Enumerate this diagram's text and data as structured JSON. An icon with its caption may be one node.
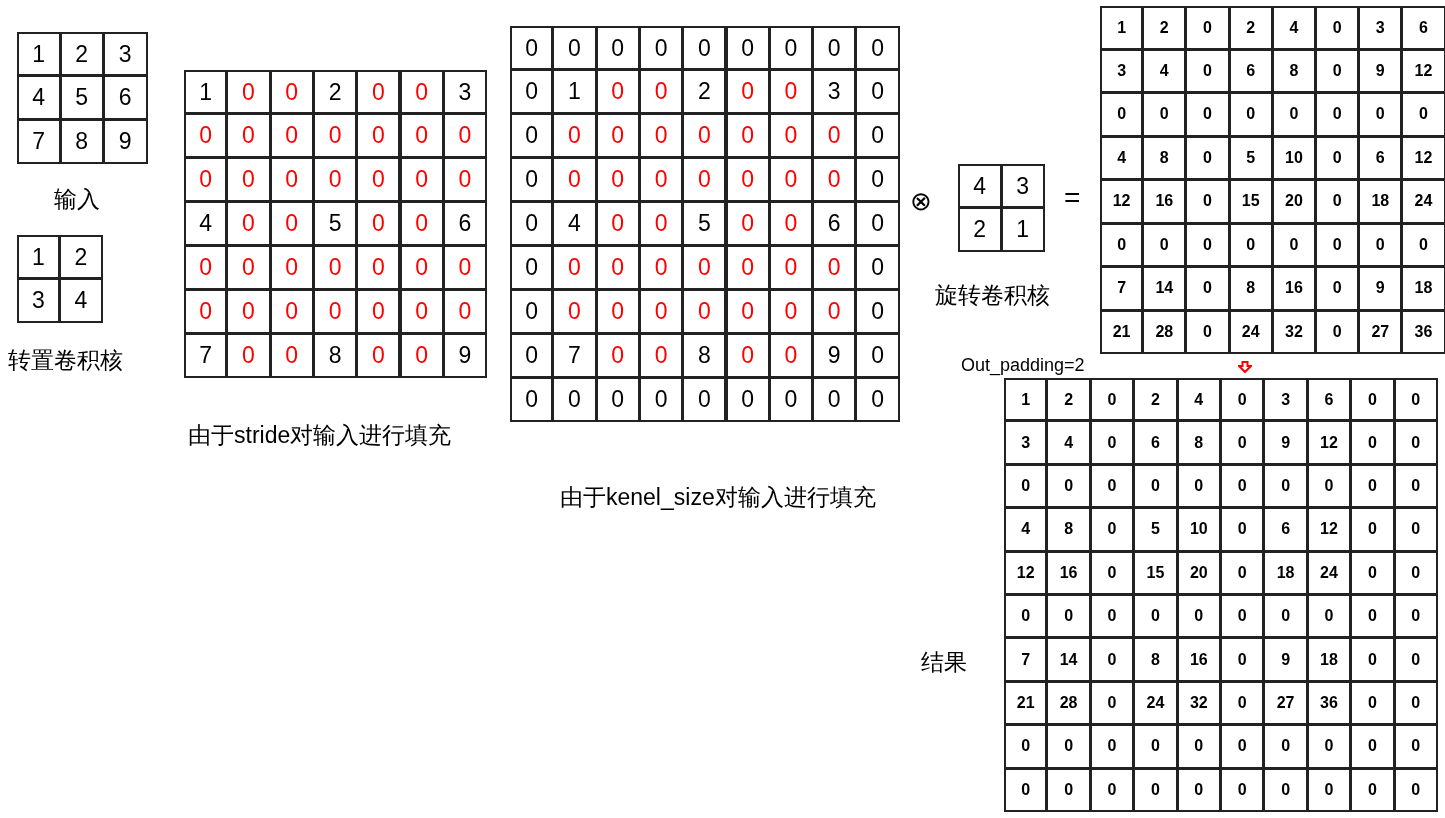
{
  "diagram": {
    "labels": [
      "1",
      "2",
      "3",
      "4",
      "5",
      "6",
      "7",
      "8",
      "9",
      "输入",
      "1",
      "2",
      "3",
      "4",
      "转置卷积核",
      "1",
      "0",
      "0",
      "2",
      "0",
      "0",
      "3",
      "0",
      "0",
      "0",
      "0",
      "0",
      "0",
      "0",
      "0",
      "0",
      "0",
      "0",
      "0",
      "0",
      "0",
      "4",
      "0",
      "0",
      "5",
      "0",
      "0",
      "6",
      "0",
      "0",
      "0",
      "0",
      "0",
      "0",
      "0",
      "0",
      "0",
      "0",
      "0",
      "0",
      "0",
      "0",
      "7",
      "0",
      "0",
      "8",
      "0",
      "0",
      "9",
      "由于stride对输入进行填充",
      "0",
      "0",
      "0",
      "0",
      "0",
      "0",
      "0",
      "0",
      "0",
      "0",
      "1",
      "0",
      "0",
      "2",
      "0",
      "0",
      "3",
      "0",
      "0",
      "0",
      "0",
      "0",
      "0",
      "0",
      "0",
      "0",
      "0",
      "0",
      "0",
      "0",
      "0",
      "0",
      "0",
      "0",
      "0",
      "0",
      "0",
      "4",
      "0",
      "0",
      "5",
      "0",
      "0",
      "6",
      "0",
      "0",
      "0",
      "0",
      "0",
      "0",
      "0",
      "0",
      "0",
      "0",
      "0",
      "0",
      "0",
      "0",
      "0",
      "0",
      "0",
      "0",
      "0",
      "0",
      "7",
      "0",
      "0",
      "8",
      "0",
      "0",
      "9",
      "0",
      "0",
      "0",
      "0",
      "0",
      "0",
      "0",
      "0",
      "0",
      "0",
      "由于kenel_size对输入进行填充",
      "⊗",
      "4",
      "3",
      "2",
      "1",
      "=",
      "旋转卷积核",
      "1",
      "2",
      "0",
      "2",
      "4",
      "0",
      "3",
      "6",
      "3",
      "4",
      "0",
      "6",
      "8",
      "0",
      "9",
      "12",
      "0",
      "0",
      "0",
      "0",
      "0",
      "0",
      "0",
      "0",
      "4",
      "8",
      "0",
      "5",
      "10",
      "0",
      "6",
      "12",
      "12",
      "16",
      "0",
      "15",
      "20",
      "0",
      "18",
      "24",
      "0",
      "0",
      "0",
      "0",
      "0",
      "0",
      "0",
      "0",
      "7",
      "14",
      "0",
      "8",
      "16",
      "0",
      "9",
      "18",
      "21",
      "28",
      "0",
      "24",
      "32",
      "0",
      "27",
      "36",
      "Out_padding=2",
      "1",
      "2",
      "0",
      "2",
      "4",
      "0",
      "3",
      "6",
      "0",
      "0",
      "3",
      "4",
      "0",
      "6",
      "8",
      "0",
      "9",
      "12",
      "0",
      "0",
      "0",
      "0",
      "0",
      "0",
      "0",
      "0",
      "0",
      "0",
      "0",
      "0",
      "4",
      "8",
      "0",
      "5",
      "10",
      "0",
      "6",
      "12",
      "0",
      "0",
      "12",
      "16",
      "0",
      "15",
      "20",
      "0",
      "18",
      "24",
      "0",
      "0",
      "0",
      "0",
      "0",
      "0",
      "0",
      "0",
      "0",
      "0",
      "0",
      "0",
      "7",
      "14",
      "0",
      "8",
      "16",
      "0",
      "9",
      "18",
      "0",
      "0",
      "21",
      "28",
      "0",
      "24",
      "32",
      "0",
      "27",
      "36",
      "0",
      "0",
      "0",
      "0",
      "0",
      "0",
      "0",
      "0",
      "0",
      "0",
      "0",
      "0",
      "0",
      "0",
      "0",
      "0",
      "0",
      "0",
      "0",
      "0",
      "0",
      "0",
      "结果"
    ]
  }
}
